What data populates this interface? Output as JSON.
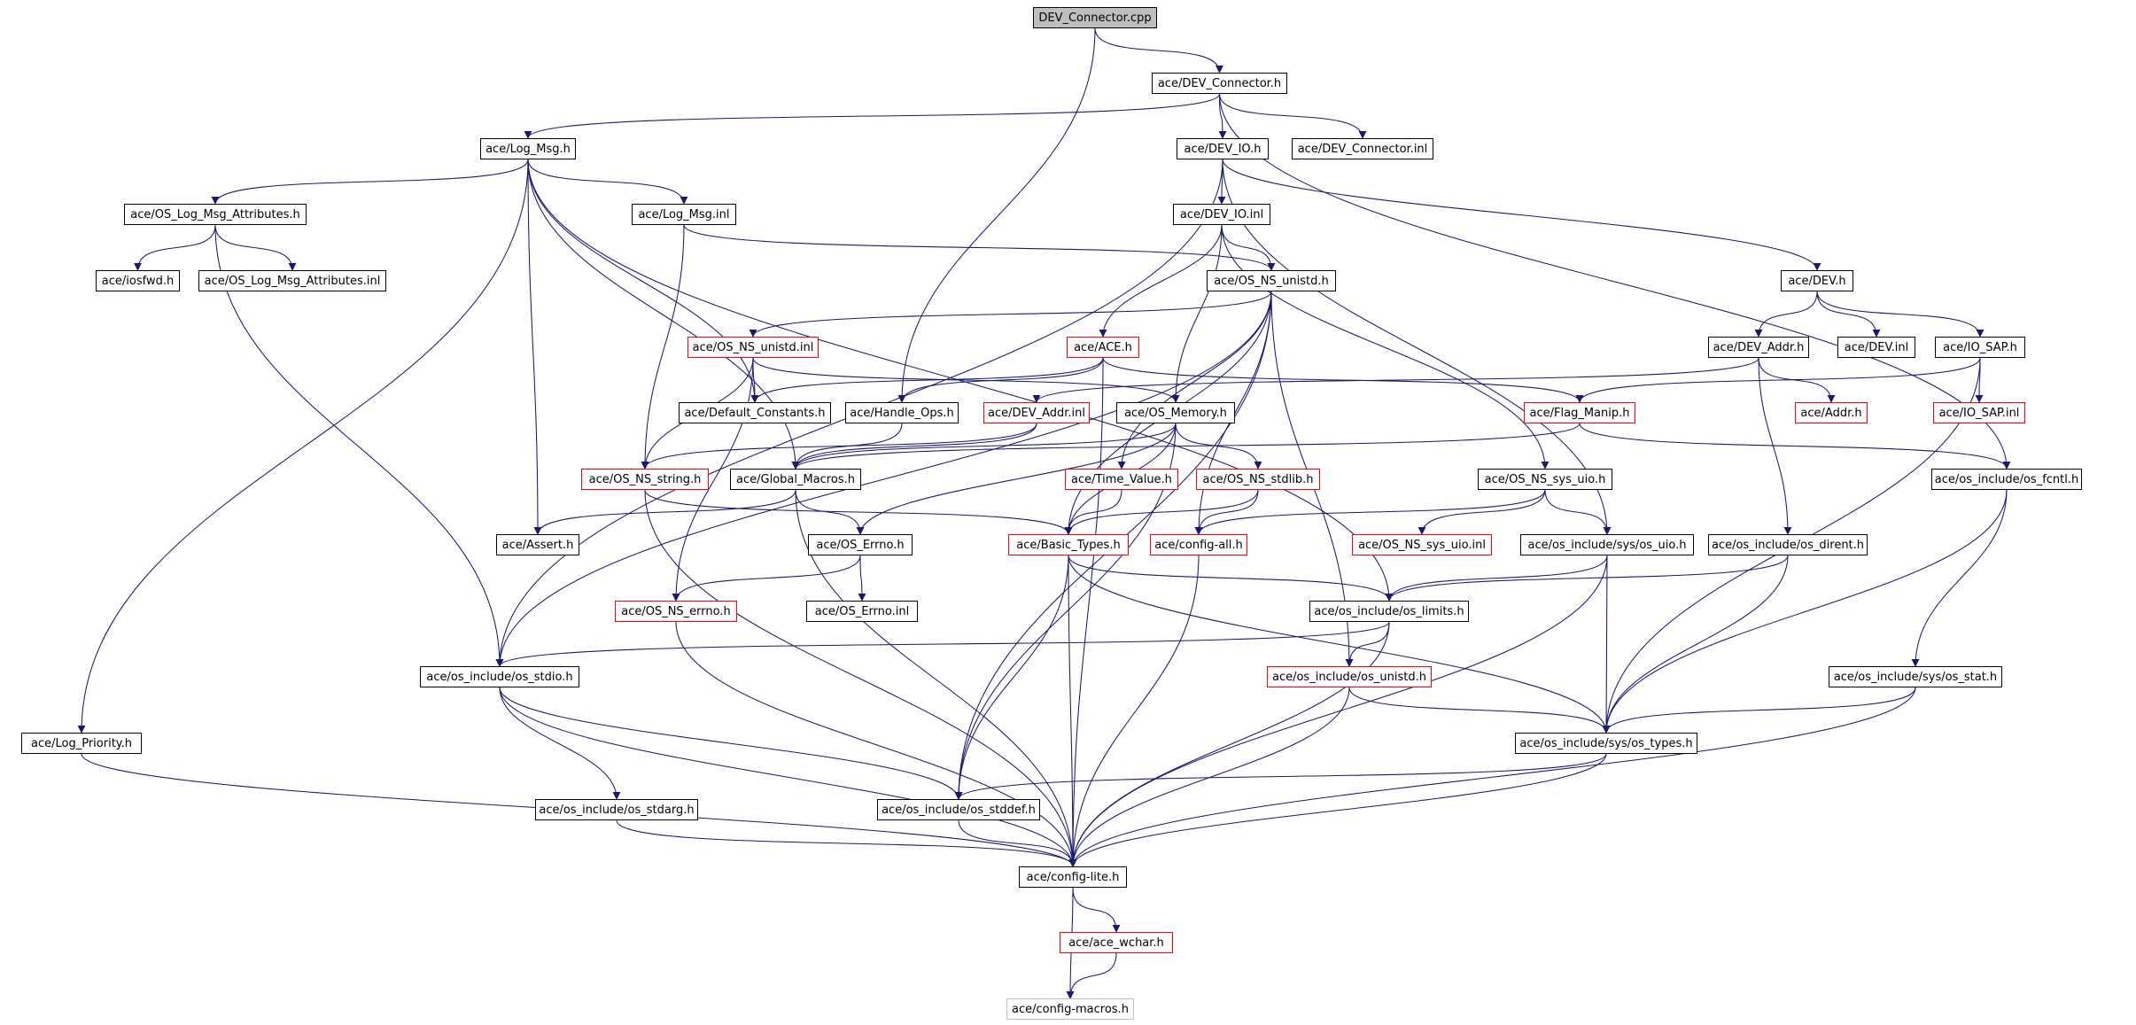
{
  "colors": {
    "edge": "#191970",
    "node_border": "#000000",
    "truncated_border": "#ff0000",
    "external_border": "#bfbfbf",
    "root_fill": "#bfbfbf",
    "background": "#ffffff"
  },
  "nodes": {
    "dev_connector_cpp": {
      "label": "DEV_Connector.cpp",
      "kind": "root"
    },
    "dev_connector_h": {
      "label": "ace/DEV_Connector.h",
      "kind": "normal"
    },
    "log_msg_h": {
      "label": "ace/Log_Msg.h",
      "kind": "normal"
    },
    "dev_io_h": {
      "label": "ace/DEV_IO.h",
      "kind": "normal"
    },
    "dev_connector_inl": {
      "label": "ace/DEV_Connector.inl",
      "kind": "normal"
    },
    "os_log_msg_attributes_h": {
      "label": "ace/OS_Log_Msg_Attributes.h",
      "kind": "normal"
    },
    "log_msg_inl": {
      "label": "ace/Log_Msg.inl",
      "kind": "normal"
    },
    "dev_io_inl": {
      "label": "ace/DEV_IO.inl",
      "kind": "normal"
    },
    "iosfwd_h": {
      "label": "ace/iosfwd.h",
      "kind": "normal"
    },
    "os_log_msg_attributes_inl": {
      "label": "ace/OS_Log_Msg_Attributes.inl",
      "kind": "normal"
    },
    "os_ns_unistd_h": {
      "label": "ace/OS_NS_unistd.h",
      "kind": "normal"
    },
    "dev_h": {
      "label": "ace/DEV.h",
      "kind": "normal"
    },
    "os_ns_unistd_inl": {
      "label": "ace/OS_NS_unistd.inl",
      "kind": "truncated"
    },
    "ace_h": {
      "label": "ace/ACE.h",
      "kind": "truncated"
    },
    "dev_addr_h": {
      "label": "ace/DEV_Addr.h",
      "kind": "normal"
    },
    "dev_inl": {
      "label": "ace/DEV.inl",
      "kind": "normal"
    },
    "io_sap_h": {
      "label": "ace/IO_SAP.h",
      "kind": "normal"
    },
    "default_constants_h": {
      "label": "ace/Default_Constants.h",
      "kind": "normal"
    },
    "handle_ops_h": {
      "label": "ace/Handle_Ops.h",
      "kind": "normal"
    },
    "dev_addr_inl": {
      "label": "ace/DEV_Addr.inl",
      "kind": "truncated"
    },
    "os_memory_h": {
      "label": "ace/OS_Memory.h",
      "kind": "normal"
    },
    "flag_manip_h": {
      "label": "ace/Flag_Manip.h",
      "kind": "truncated"
    },
    "addr_h": {
      "label": "ace/Addr.h",
      "kind": "truncated"
    },
    "io_sap_inl": {
      "label": "ace/IO_SAP.inl",
      "kind": "truncated"
    },
    "os_ns_string_h": {
      "label": "ace/OS_NS_string.h",
      "kind": "truncated"
    },
    "global_macros_h": {
      "label": "ace/Global_Macros.h",
      "kind": "normal"
    },
    "time_value_h": {
      "label": "ace/Time_Value.h",
      "kind": "truncated"
    },
    "os_ns_stdlib_h": {
      "label": "ace/OS_NS_stdlib.h",
      "kind": "truncated"
    },
    "os_ns_sys_uio_h": {
      "label": "ace/OS_NS_sys_uio.h",
      "kind": "normal"
    },
    "os_fcntl_h": {
      "label": "ace/os_include/os_fcntl.h",
      "kind": "normal"
    },
    "assert_h": {
      "label": "ace/Assert.h",
      "kind": "normal"
    },
    "os_errno_h": {
      "label": "ace/OS_Errno.h",
      "kind": "normal"
    },
    "basic_types_h": {
      "label": "ace/Basic_Types.h",
      "kind": "truncated"
    },
    "config_all_h": {
      "label": "ace/config-all.h",
      "kind": "truncated"
    },
    "os_ns_sys_uio_inl": {
      "label": "ace/OS_NS_sys_uio.inl",
      "kind": "truncated"
    },
    "sys_os_uio_h": {
      "label": "ace/os_include/sys/os_uio.h",
      "kind": "normal"
    },
    "os_dirent_h": {
      "label": "ace/os_include/os_dirent.h",
      "kind": "normal"
    },
    "os_ns_errno_h": {
      "label": "ace/OS_NS_errno.h",
      "kind": "truncated"
    },
    "os_errno_inl": {
      "label": "ace/OS_Errno.inl",
      "kind": "normal"
    },
    "os_limits_h": {
      "label": "ace/os_include/os_limits.h",
      "kind": "normal"
    },
    "os_stdio_h": {
      "label": "ace/os_include/os_stdio.h",
      "kind": "normal"
    },
    "os_unistd_h": {
      "label": "ace/os_include/os_unistd.h",
      "kind": "truncated"
    },
    "sys_os_stat_h": {
      "label": "ace/os_include/sys/os_stat.h",
      "kind": "normal"
    },
    "log_priority_h": {
      "label": "ace/Log_Priority.h",
      "kind": "normal"
    },
    "sys_os_types_h": {
      "label": "ace/os_include/sys/os_types.h",
      "kind": "normal"
    },
    "os_stdarg_h": {
      "label": "ace/os_include/os_stdarg.h",
      "kind": "normal"
    },
    "os_stddef_h": {
      "label": "ace/os_include/os_stddef.h",
      "kind": "normal"
    },
    "config_lite_h": {
      "label": "ace/config-lite.h",
      "kind": "normal"
    },
    "ace_wchar_h": {
      "label": "ace/ace_wchar.h",
      "kind": "truncated"
    },
    "config_macros_h": {
      "label": "ace/config-macros.h",
      "kind": "external"
    }
  },
  "edges": [
    [
      "dev_connector_cpp",
      "dev_connector_h"
    ],
    [
      "dev_connector_cpp",
      "handle_ops_h"
    ],
    [
      "dev_connector_h",
      "log_msg_h"
    ],
    [
      "dev_connector_h",
      "dev_io_h"
    ],
    [
      "dev_connector_h",
      "dev_connector_inl"
    ],
    [
      "dev_connector_h",
      "os_fcntl_h"
    ],
    [
      "log_msg_h",
      "os_log_msg_attributes_h"
    ],
    [
      "log_msg_h",
      "log_msg_inl"
    ],
    [
      "log_msg_h",
      "log_priority_h"
    ],
    [
      "log_msg_h",
      "assert_h"
    ],
    [
      "log_msg_h",
      "global_macros_h"
    ],
    [
      "log_msg_h",
      "default_constants_h"
    ],
    [
      "log_msg_h",
      "os_limits_h"
    ],
    [
      "os_log_msg_attributes_h",
      "iosfwd_h"
    ],
    [
      "os_log_msg_attributes_h",
      "os_log_msg_attributes_inl"
    ],
    [
      "os_log_msg_attributes_h",
      "os_stdio_h"
    ],
    [
      "log_msg_inl",
      "os_ns_unistd_h"
    ],
    [
      "log_msg_inl",
      "os_ns_string_h"
    ],
    [
      "dev_io_h",
      "dev_io_inl"
    ],
    [
      "dev_io_h",
      "dev_h"
    ],
    [
      "dev_io_h",
      "os_stdio_h"
    ],
    [
      "dev_io_h",
      "sys_os_uio_h"
    ],
    [
      "dev_io_inl",
      "os_ns_unistd_h"
    ],
    [
      "dev_io_inl",
      "ace_h"
    ],
    [
      "dev_io_inl",
      "os_memory_h"
    ],
    [
      "dev_io_inl",
      "os_ns_sys_uio_h"
    ],
    [
      "os_ns_unistd_h",
      "os_ns_unistd_inl"
    ],
    [
      "os_ns_unistd_h",
      "basic_types_h"
    ],
    [
      "os_ns_unistd_h",
      "time_value_h"
    ],
    [
      "os_ns_unistd_h",
      "config_all_h"
    ],
    [
      "os_ns_unistd_h",
      "os_unistd_h"
    ],
    [
      "os_ns_unistd_h",
      "os_stdio_h"
    ],
    [
      "os_ns_unistd_h",
      "os_stddef_h"
    ],
    [
      "dev_h",
      "dev_addr_h"
    ],
    [
      "dev_h",
      "dev_inl"
    ],
    [
      "dev_h",
      "io_sap_h"
    ],
    [
      "dev_addr_h",
      "dev_addr_inl"
    ],
    [
      "dev_addr_h",
      "addr_h"
    ],
    [
      "dev_addr_h",
      "os_dirent_h"
    ],
    [
      "io_sap_h",
      "io_sap_inl"
    ],
    [
      "io_sap_h",
      "flag_manip_h"
    ],
    [
      "io_sap_h",
      "sys_os_types_h"
    ],
    [
      "os_ns_unistd_inl",
      "default_constants_h"
    ],
    [
      "os_ns_unistd_inl",
      "os_memory_h"
    ],
    [
      "os_ns_unistd_inl",
      "os_ns_string_h"
    ],
    [
      "os_ns_unistd_inl",
      "os_ns_errno_h"
    ],
    [
      "ace_h",
      "default_constants_h"
    ],
    [
      "ace_h",
      "handle_ops_h"
    ],
    [
      "ace_h",
      "flag_manip_h"
    ],
    [
      "ace_h",
      "config_lite_h"
    ],
    [
      "handle_ops_h",
      "global_macros_h"
    ],
    [
      "dev_addr_inl",
      "global_macros_h"
    ],
    [
      "dev_addr_inl",
      "os_ns_string_h"
    ],
    [
      "os_memory_h",
      "global_macros_h"
    ],
    [
      "os_memory_h",
      "os_errno_h"
    ],
    [
      "os_memory_h",
      "basic_types_h"
    ],
    [
      "os_memory_h",
      "os_ns_stdlib_h"
    ],
    [
      "os_memory_h",
      "os_stddef_h"
    ],
    [
      "flag_manip_h",
      "global_macros_h"
    ],
    [
      "flag_manip_h",
      "os_fcntl_h"
    ],
    [
      "os_ns_string_h",
      "basic_types_h"
    ],
    [
      "os_ns_string_h",
      "config_lite_h"
    ],
    [
      "global_macros_h",
      "assert_h"
    ],
    [
      "global_macros_h",
      "os_errno_h"
    ],
    [
      "global_macros_h",
      "config_lite_h"
    ],
    [
      "time_value_h",
      "basic_types_h"
    ],
    [
      "os_ns_stdlib_h",
      "basic_types_h"
    ],
    [
      "os_ns_stdlib_h",
      "config_all_h"
    ],
    [
      "os_ns_sys_uio_h",
      "os_ns_sys_uio_inl"
    ],
    [
      "os_ns_sys_uio_h",
      "sys_os_uio_h"
    ],
    [
      "os_ns_sys_uio_h",
      "config_all_h"
    ],
    [
      "os_fcntl_h",
      "sys_os_types_h"
    ],
    [
      "os_fcntl_h",
      "sys_os_stat_h"
    ],
    [
      "os_errno_h",
      "os_errno_inl"
    ],
    [
      "os_errno_h",
      "os_ns_errno_h"
    ],
    [
      "basic_types_h",
      "os_limits_h"
    ],
    [
      "basic_types_h",
      "sys_os_types_h"
    ],
    [
      "basic_types_h",
      "os_stddef_h"
    ],
    [
      "basic_types_h",
      "config_lite_h"
    ],
    [
      "config_all_h",
      "config_lite_h"
    ],
    [
      "sys_os_uio_h",
      "os_limits_h"
    ],
    [
      "sys_os_uio_h",
      "sys_os_types_h"
    ],
    [
      "sys_os_uio_h",
      "config_lite_h"
    ],
    [
      "os_dirent_h",
      "os_limits_h"
    ],
    [
      "os_dirent_h",
      "sys_os_types_h"
    ],
    [
      "os_ns_errno_h",
      "config_lite_h"
    ],
    [
      "os_limits_h",
      "os_unistd_h"
    ],
    [
      "os_limits_h",
      "os_stdio_h"
    ],
    [
      "os_limits_h",
      "config_lite_h"
    ],
    [
      "os_stdio_h",
      "os_stdarg_h"
    ],
    [
      "os_stdio_h",
      "os_stddef_h"
    ],
    [
      "os_stdio_h",
      "config_lite_h"
    ],
    [
      "os_unistd_h",
      "sys_os_types_h"
    ],
    [
      "os_unistd_h",
      "config_lite_h"
    ],
    [
      "sys_os_stat_h",
      "sys_os_types_h"
    ],
    [
      "sys_os_stat_h",
      "config_lite_h"
    ],
    [
      "log_priority_h",
      "config_lite_h"
    ],
    [
      "sys_os_types_h",
      "os_stddef_h"
    ],
    [
      "sys_os_types_h",
      "config_lite_h"
    ],
    [
      "os_stdarg_h",
      "config_lite_h"
    ],
    [
      "os_stddef_h",
      "config_lite_h"
    ],
    [
      "config_lite_h",
      "ace_wchar_h"
    ],
    [
      "config_lite_h",
      "config_macros_h"
    ],
    [
      "ace_wchar_h",
      "config_macros_h"
    ]
  ]
}
